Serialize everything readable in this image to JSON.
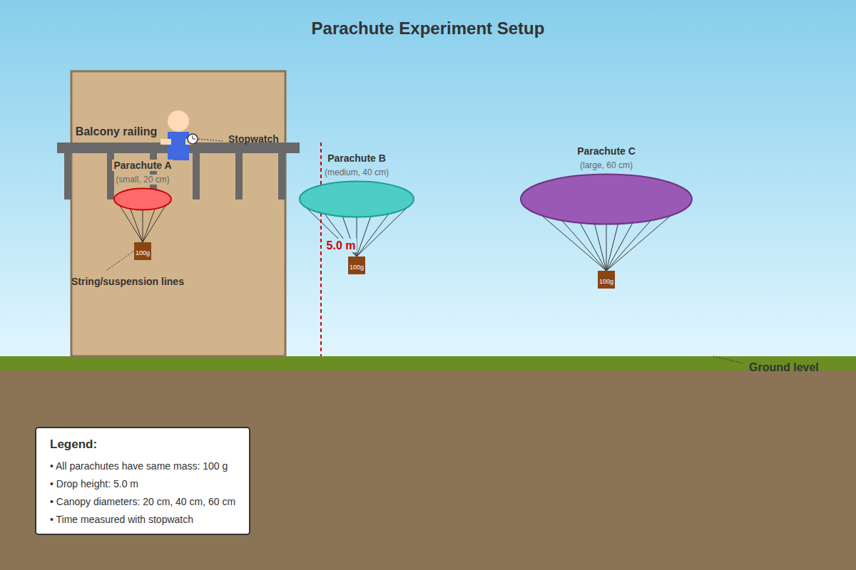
{
  "diagram": {
    "title": "Parachute Experiment Setup",
    "nodes": [
      {
        "text": [
          "Parachute A",
          "(small, 20 cm)"
        ]
      },
      {
        "text": [
          "100g"
        ]
      },
      {
        "text": [
          "Parachute B",
          "(medium, 40 cm)"
        ]
      },
      {
        "text": [
          "100g"
        ]
      },
      {
        "text": [
          "Parachute C",
          "(large, 60 cm)"
        ]
      },
      {
        "text": [
          "100g"
        ]
      }
    ],
    "edges": [
      {
        "from": 0,
        "to": 1,
        "arrow": "none"
      },
      {
        "from": 2,
        "to": 3,
        "arrow": "none"
      },
      {
        "from": 4,
        "to": 5,
        "arrow": "none"
      }
    ],
    "labels": [
      "Balcony railing",
      "Stopwatch",
      "5.0 m",
      "String/suspension lines",
      "Ground level",
      "Legend:"
    ],
    "legend": [
      {
        "text": "• All parachutes have same mass: 100 g"
      },
      {
        "text": "• Drop height: 5.0 m"
      },
      {
        "text": "• Canopy diameters: 20 cm, 40 cm, 60 cm"
      },
      {
        "text": "• Time measured with stopwatch"
      }
    ]
  }
}
